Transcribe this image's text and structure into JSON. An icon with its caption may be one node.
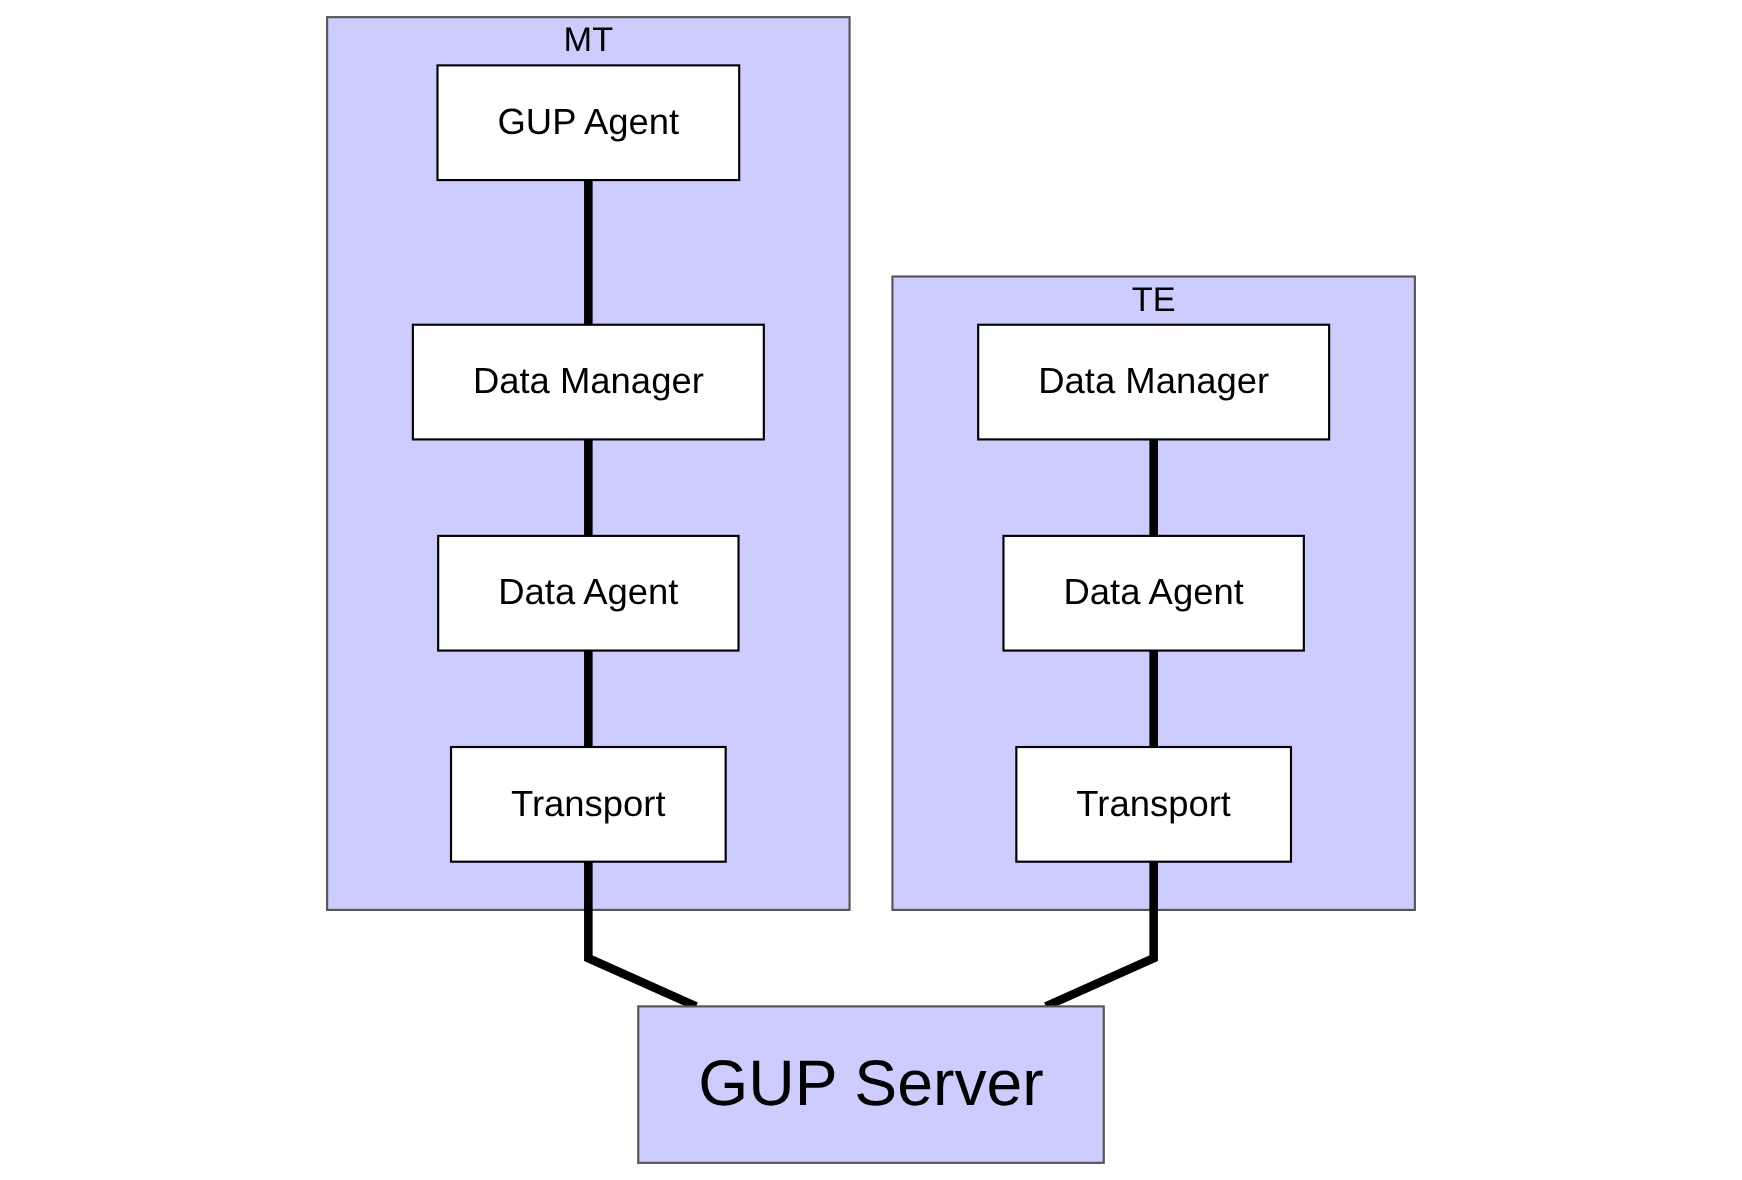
{
  "diagram": {
    "nodes": [
      {
        "text": [
          "MT"
        ]
      },
      {
        "text": [
          "GUP Agent"
        ],
        "in": 0
      },
      {
        "text": [
          "Data Manager"
        ],
        "in": 0
      },
      {
        "text": [
          "Data Agent"
        ],
        "in": 0
      },
      {
        "text": [
          "Transport"
        ],
        "in": 0
      },
      {
        "text": [
          "TE"
        ]
      },
      {
        "text": [
          "Data Manager"
        ],
        "in": 5
      },
      {
        "text": [
          "Data Agent"
        ],
        "in": 5
      },
      {
        "text": [
          "Transport"
        ],
        "in": 5
      },
      {
        "text": [
          "GUP Server"
        ]
      }
    ],
    "edges": [
      {
        "from": 1,
        "to": 2,
        "arrow": "none"
      },
      {
        "from": 2,
        "to": 3,
        "arrow": "none"
      },
      {
        "from": 3,
        "to": 4,
        "arrow": "none"
      },
      {
        "from": 6,
        "to": 7,
        "arrow": "none"
      },
      {
        "from": 7,
        "to": 8,
        "arrow": "none"
      },
      {
        "from": 4,
        "to": 9,
        "arrow": "none"
      },
      {
        "from": 8,
        "to": 9,
        "arrow": "none"
      }
    ]
  }
}
